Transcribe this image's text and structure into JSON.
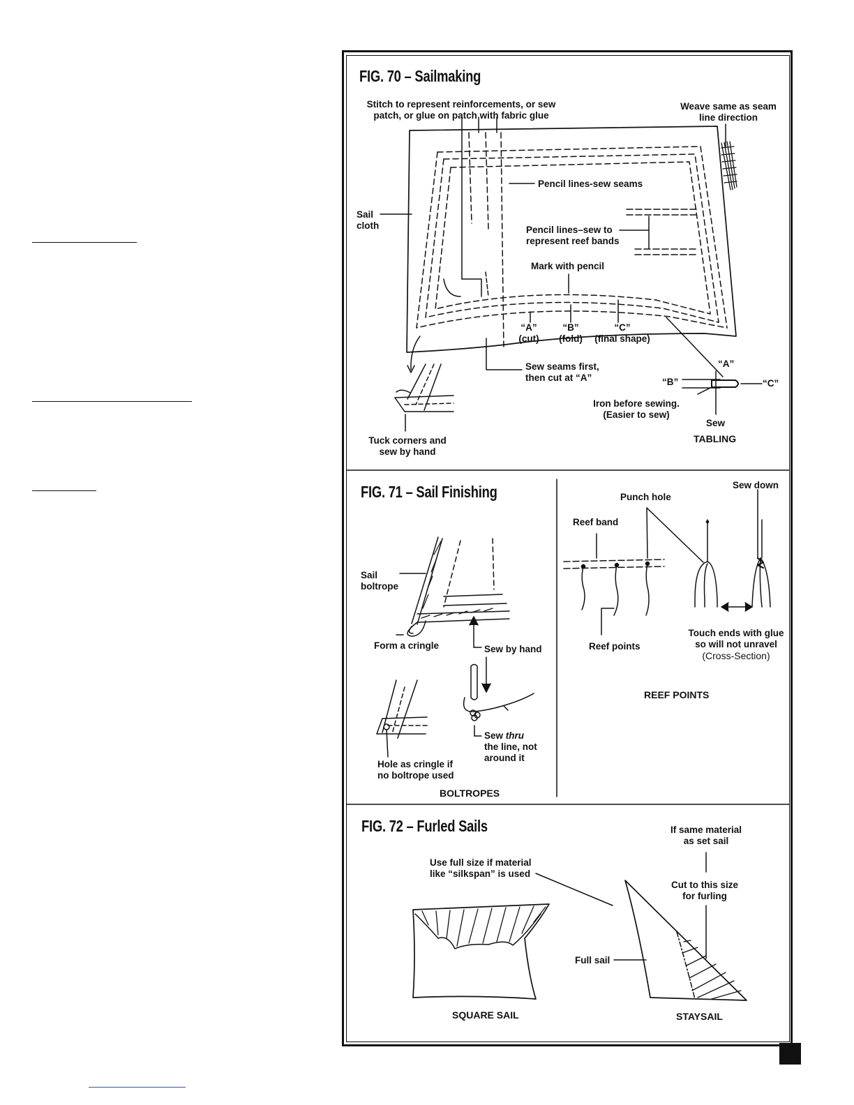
{
  "fig70": {
    "title": "FIG. 70 – Sailmaking",
    "stitch_note_1": "Stitch to represent reinforcements, or sew",
    "stitch_note_2": "patch, or glue on patch with fabric glue",
    "weave_note_1": "Weave same as seam",
    "weave_note_2": "line direction",
    "sail_cloth_1": "Sail",
    "sail_cloth_2": "cloth",
    "pencil_seams": "Pencil lines-sew seams",
    "pencil_reef_1": "Pencil lines–sew to",
    "pencil_reef_2": "represent reef bands",
    "mark_pencil": "Mark with pencil",
    "a_label": "“A”",
    "a_sub": "(cut)",
    "b_label": "“B”",
    "b_sub": "(fold)",
    "c_label": "“C”",
    "c_sub": "(final shape)",
    "sew_seams_1": "Sew seams first,",
    "sew_seams_2": "then cut at “A”",
    "tab_a": "“A”",
    "tab_b": "“B”",
    "tab_c": "“C”",
    "iron_1": "Iron before sewing.",
    "iron_2": "(Easier to sew)",
    "sew": "Sew",
    "tabling": "TABLING",
    "tuck_1": "Tuck corners and",
    "tuck_2": "sew by hand"
  },
  "fig71": {
    "title": "FIG. 71 – Sail Finishing",
    "sail_boltrope_1": "Sail",
    "sail_boltrope_2": "boltrope",
    "form_cringle": "Form a cringle",
    "sew_by_hand": "Sew by hand",
    "sew_thru_1": "Sew",
    "sew_thru_em": "thru",
    "sew_thru_2": "the line, not",
    "sew_thru_3": "around it",
    "hole_1": "Hole as cringle if",
    "hole_2": "no boltrope used",
    "boltropes": "BOLTROPES",
    "sew_down": "Sew down",
    "punch_hole": "Punch hole",
    "reef_band": "Reef band",
    "reef_points_label": "Reef points",
    "touch_1": "Touch ends with glue",
    "touch_2": "so will not unravel",
    "touch_3": "(Cross-Section)",
    "reef_points_caption": "REEF POINTS"
  },
  "fig72": {
    "title": "FIG. 72 – Furled Sails",
    "use_full_1": "Use full size if material",
    "use_full_2": "like “silkspan” is used",
    "same_material_1": "If same material",
    "same_material_2": "as set sail",
    "cut_1": "Cut to this size",
    "cut_2": "for furling",
    "full_sail": "Full sail",
    "square_sail": "SQUARE SAIL",
    "staysail": "STAYSAIL"
  }
}
